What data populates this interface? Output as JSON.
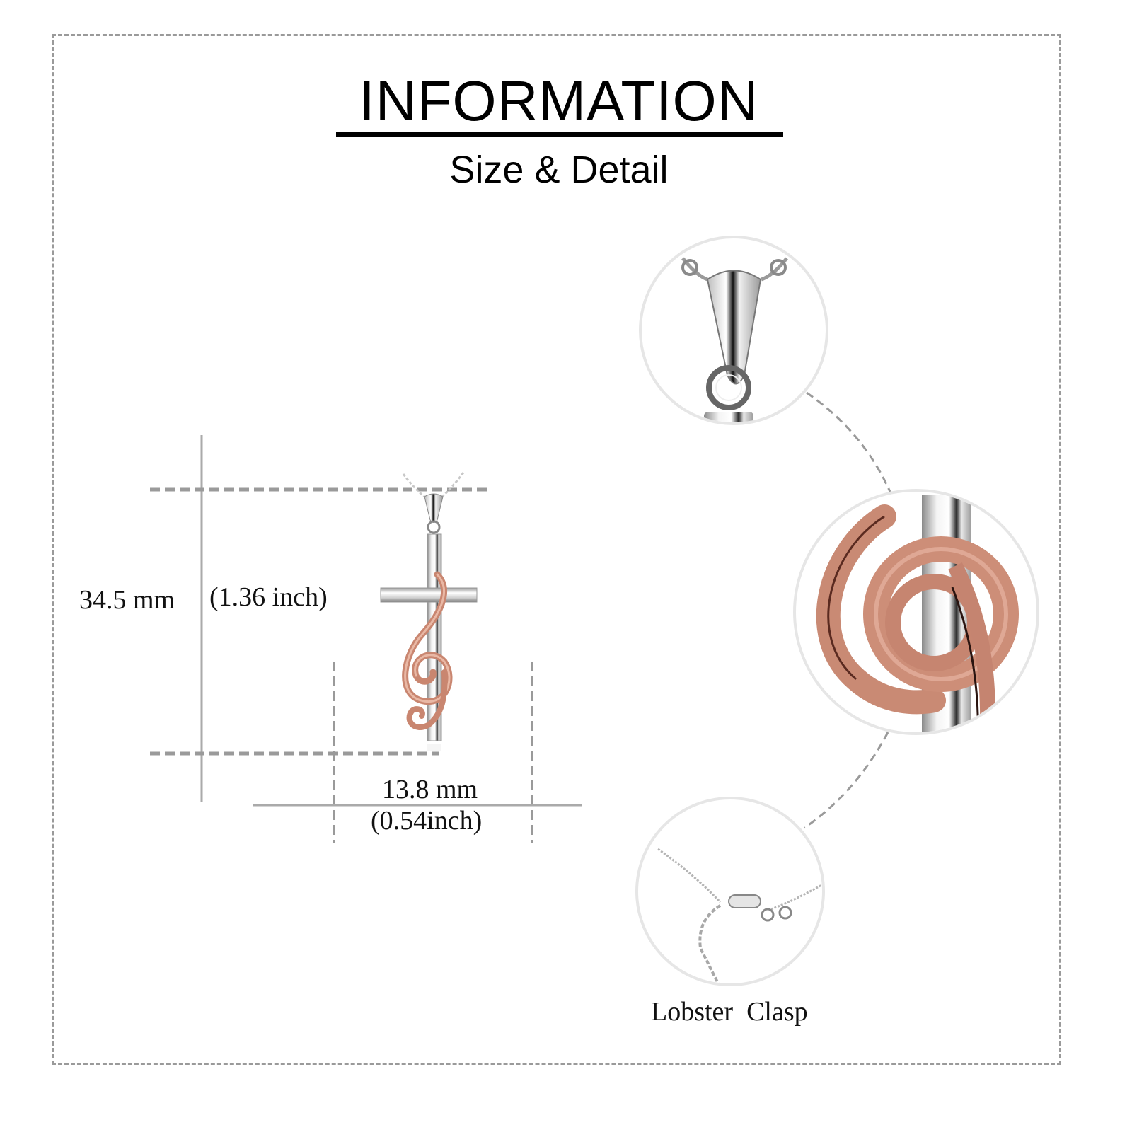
{
  "header": {
    "title": "INFORMATION",
    "subtitle": "Size & Detail"
  },
  "dimensions": {
    "height_mm": "34.5 mm",
    "height_inch": "(1.36 inch)",
    "width_mm": "13.8 mm",
    "width_inch": "(0.54inch)"
  },
  "details": [
    {
      "name": "bail-closeup"
    },
    {
      "name": "treble-clef-closeup"
    },
    {
      "name": "lobster-clasp-closeup",
      "label": "Lobster  Clasp"
    }
  ],
  "colors": {
    "rose_gold": "#d39a84",
    "rose_gold_dark": "#a9634f",
    "silver": "#d9d9d9",
    "silver_dark": "#6b6b6b",
    "guide_gray": "#9a9a9a",
    "circle_border": "#e6e6e6"
  }
}
